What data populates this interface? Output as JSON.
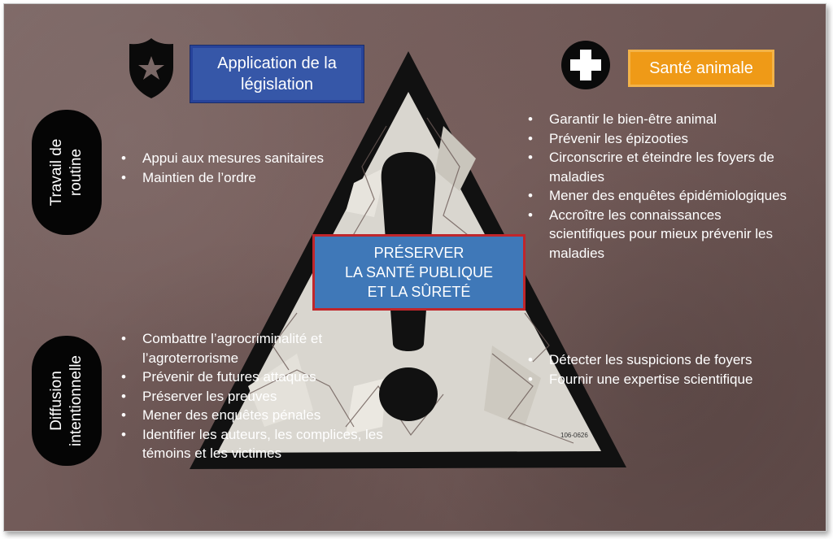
{
  "rows": {
    "routine": "Travail de routine",
    "intentional": "Diffusion intentionnelle"
  },
  "headers": {
    "law_enforcement": "Application de la législation",
    "animal_health": "Santé animale"
  },
  "center": {
    "lines": [
      "PRÉSERVER",
      "LA SANTÉ PUBLIQUE",
      "ET LA SÛRETÉ"
    ]
  },
  "lists": {
    "routine_law": [
      "Appui aux mesures sanitaires",
      "Maintien de l’ordre"
    ],
    "routine_health": [
      "Garantir le bien-être animal",
      "Prévenir les épizooties",
      "Circonscrire et éteindre les foyers de maladies",
      "Mener des enquêtes épidémiologiques",
      "Accroître les connaissances scientifiques pour mieux prévenir les maladies"
    ],
    "intentional_law": [
      "Combattre l’agrocriminalité et l’agroterrorisme",
      "Prévenir de futures attaques",
      "Préserver les preuves",
      "Mener des enquêtes pénales",
      "Identifier les auteurs, les complices, les témoins et les victimes"
    ],
    "intentional_health": [
      "Détecter les suspicions de foyers",
      "Fournir une expertise scientifique"
    ]
  },
  "sign_label": "106-0626",
  "icons": {
    "law": "police-badge-icon",
    "health": "medical-cross-icon"
  },
  "colors": {
    "law_box": "#3657a8",
    "health_box": "#ef9a17",
    "center_box": "#3f78b8",
    "center_border": "#c0262b"
  }
}
